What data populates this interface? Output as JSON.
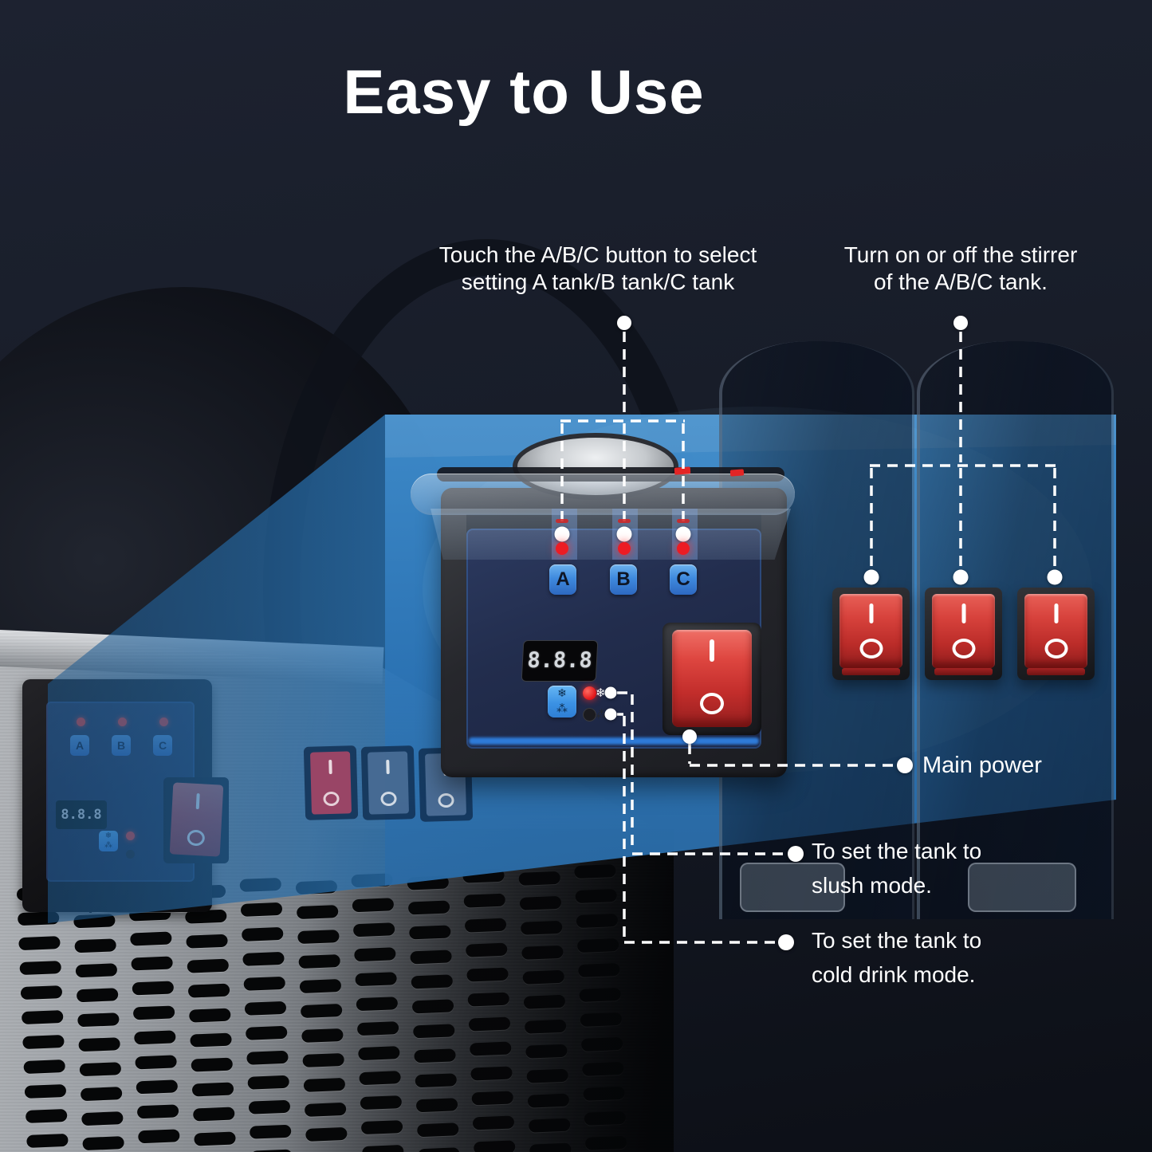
{
  "title": "Easy to Use",
  "callouts": {
    "abc": {
      "line1": "Touch the A/B/C button to select",
      "line2": "setting A tank/B tank/C tank"
    },
    "stirrer": {
      "line1": "Turn on or off the stirrer",
      "line2": "of the A/B/C tank."
    },
    "main_power": "Main power",
    "slush": {
      "line1": "To set the tank to",
      "line2": "slush mode."
    },
    "cold_drink": {
      "line1": "To set the tank to",
      "line2": "cold drink mode."
    }
  },
  "panel": {
    "buttons": [
      "A",
      "B",
      "C"
    ],
    "display_value": "8.8.8",
    "rocker_on": "I",
    "rocker_off": "O",
    "mode_icons": {
      "slush": "❄",
      "cold_drink": "⁂"
    }
  },
  "colors": {
    "beam_blue": "#2e7fc2",
    "panel_navy": "#222d4d",
    "button_blue": "#3f8ade",
    "switch_red": "#c8302e",
    "led_red": "#ec1c24",
    "text": "#ffffff"
  }
}
